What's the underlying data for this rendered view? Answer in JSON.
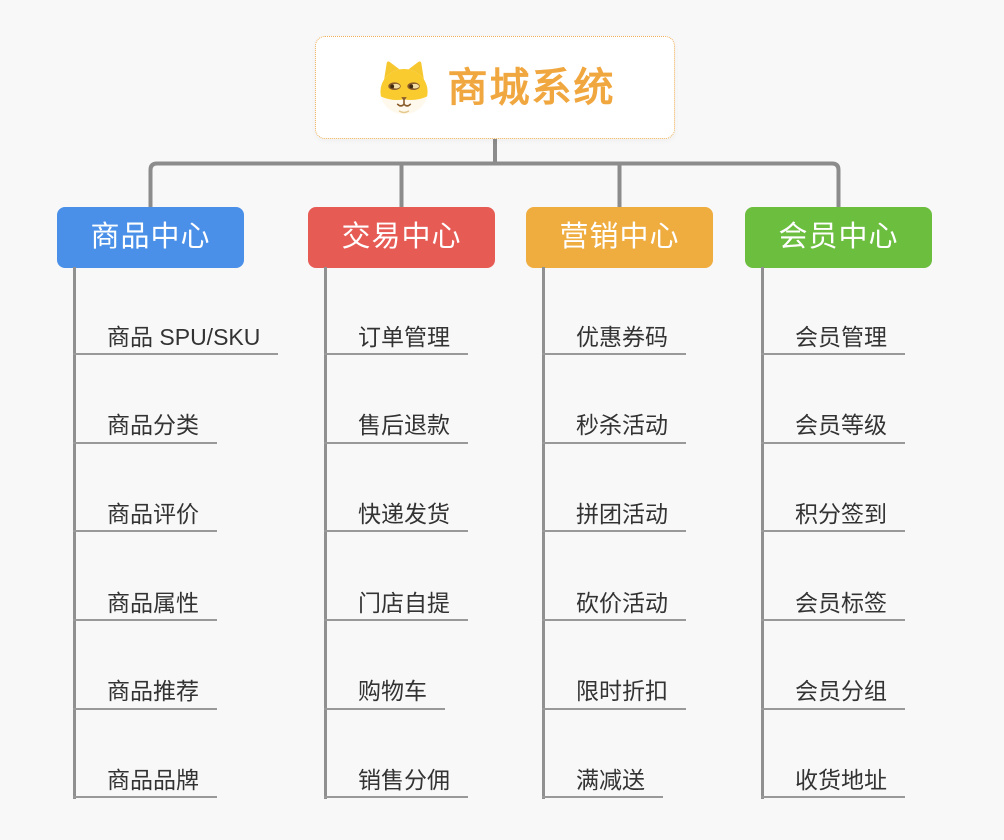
{
  "root": {
    "title": "商城系统",
    "icon": "shiba-dog-icon"
  },
  "branches": [
    {
      "slug": "product-center",
      "label": "商品中心",
      "color": "#4A90E8",
      "items": [
        "商品 SPU/SKU",
        "商品分类",
        "商品评价",
        "商品属性",
        "商品推荐",
        "商品品牌"
      ]
    },
    {
      "slug": "trade-center",
      "label": "交易中心",
      "color": "#E75B55",
      "items": [
        "订单管理",
        "售后退款",
        "快递发货",
        "门店自提",
        "购物车",
        "销售分佣"
      ]
    },
    {
      "slug": "marketing-center",
      "label": "营销中心",
      "color": "#EFAC3F",
      "items": [
        "优惠券码",
        "秒杀活动",
        "拼团活动",
        "砍价活动",
        "限时折扣",
        "满减送"
      ]
    },
    {
      "slug": "member-center",
      "label": "会员中心",
      "color": "#6CBE3F",
      "items": [
        "会员管理",
        "会员等级",
        "积分签到",
        "会员标签",
        "会员分组",
        "收货地址"
      ]
    }
  ],
  "colors": {
    "background": "#F8F8F8",
    "connector": "#8C8C8C",
    "underline": "#999999",
    "item_text": "#333333",
    "root_title": "#F1A73F",
    "root_border": "#EFAE57",
    "root_bg": "#FFFFFF",
    "header_text": "#FFFFFF"
  }
}
